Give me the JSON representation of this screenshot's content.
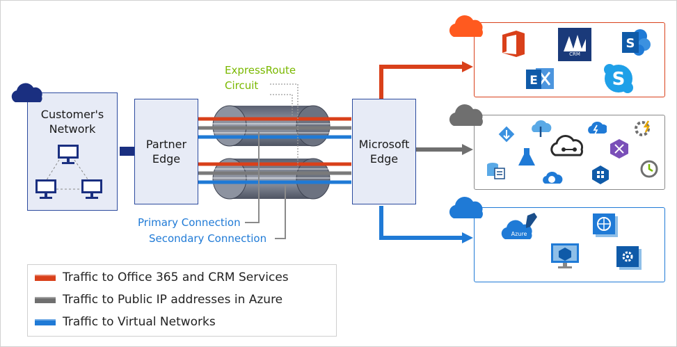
{
  "customer_box": {
    "line1": "Customer's",
    "line2": "Network"
  },
  "partner_box": {
    "line1": "Partner",
    "line2": "Edge"
  },
  "microsoft_box": {
    "line1": "Microsoft",
    "line2": "Edge"
  },
  "labels": {
    "circuit_line1": "ExpressRoute",
    "circuit_line2": "Circuit",
    "primary": "Primary Connection",
    "secondary": "Secondary Connection"
  },
  "legend": [
    {
      "text": "Traffic to Office 365 and CRM Services",
      "color": "#d9401a"
    },
    {
      "text": "Traffic to Public IP addresses in Azure",
      "color": "#6f6f6f"
    },
    {
      "text": "Traffic to Virtual Networks",
      "color": "#1f7ad6"
    }
  ],
  "icons": {
    "crm_text": "CRM",
    "azure_text": "Azure"
  },
  "colors": {
    "office": "#d9401a",
    "public": "#6f6f6f",
    "vnet": "#1f7ad6",
    "circuit_green": "#7ab800",
    "navy": "#1a2f80",
    "box_fill": "#e7ebf6"
  }
}
